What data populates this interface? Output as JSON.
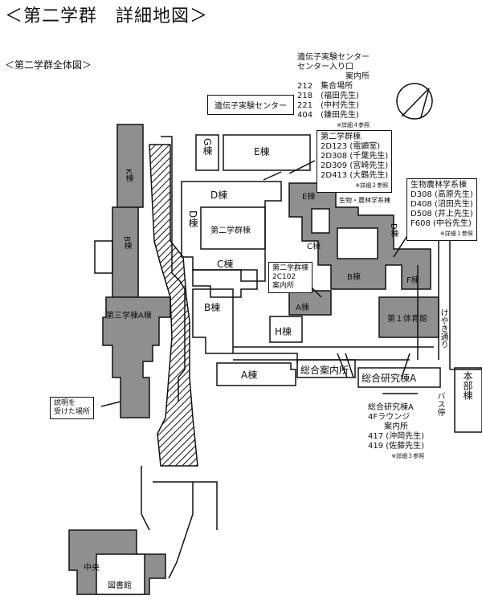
{
  "title": "＜第二学群　詳細地図＞",
  "subtitle": "＜第二学群全体図＞",
  "buildings": {
    "e": "E棟",
    "g": "G棟",
    "d": "D棟",
    "d_left": "D棟",
    "hall": "第二学群棟",
    "c": "C棟",
    "b": "B棟",
    "h": "H棟",
    "a": "A棟",
    "k": "K棟",
    "b_left": "B棟",
    "dai3a": "第三学棟A棟",
    "bio_e": "E棟",
    "bio_c": "C棟",
    "bio_d": "D棟",
    "bio_b": "B棟",
    "bio_f": "F棟",
    "bio_a": "A棟",
    "gym": "第１体育館",
    "info": "総合案内所",
    "research": "総合研究棟A",
    "honbu": "本部棟",
    "iden": "遺伝子実験センター",
    "seibutsu": "生物・農林学系棟",
    "library_1": "中央",
    "library_2": "図書館"
  },
  "callouts": {
    "iden": {
      "title": "遺伝子実験センター",
      "sub": "センター入り口",
      "sub2": "案内所",
      "rows": [
        "212　集合場所",
        "218　(福田先生)",
        "221　(中村先生)",
        "404　(鎌田先生)"
      ],
      "note": "※詳細４参照"
    },
    "dai2": {
      "title": "第二学群棟",
      "rows": [
        "2D123 (電顕室)",
        "2D308 (千葉先生)",
        "2D309 (宮崎先生)",
        "2D413 (大鶴先生)"
      ],
      "note": "※詳細２参照"
    },
    "seibutsu": {
      "title": "生物農林学系棟",
      "rows": [
        "D308 (高原先生)",
        "D408 (沼田先生)",
        "D508 (井上先生)",
        "F608 (中谷先生)"
      ],
      "note": "※詳細１参照"
    },
    "c102": {
      "rows": [
        "第二学群棟",
        "2C102",
        "案内所"
      ]
    },
    "research": {
      "title": "総合研究棟A",
      "sub": "4Fラウンジ",
      "sub2": "案内所",
      "rows": [
        "417 (沖岡先生)",
        "419 (佐藤先生)"
      ],
      "note": "※詳細３参照"
    },
    "setsumei": {
      "rows": [
        "説明を",
        "受けた場所"
      ]
    }
  },
  "road": {
    "keyaki": "けやき通り",
    "bus": "バス停"
  },
  "colors": {
    "shaded": "#8f8f8f",
    "ink": "#111111",
    "paper": "#ffffff"
  },
  "icons": {
    "compass": "compass-icon"
  }
}
